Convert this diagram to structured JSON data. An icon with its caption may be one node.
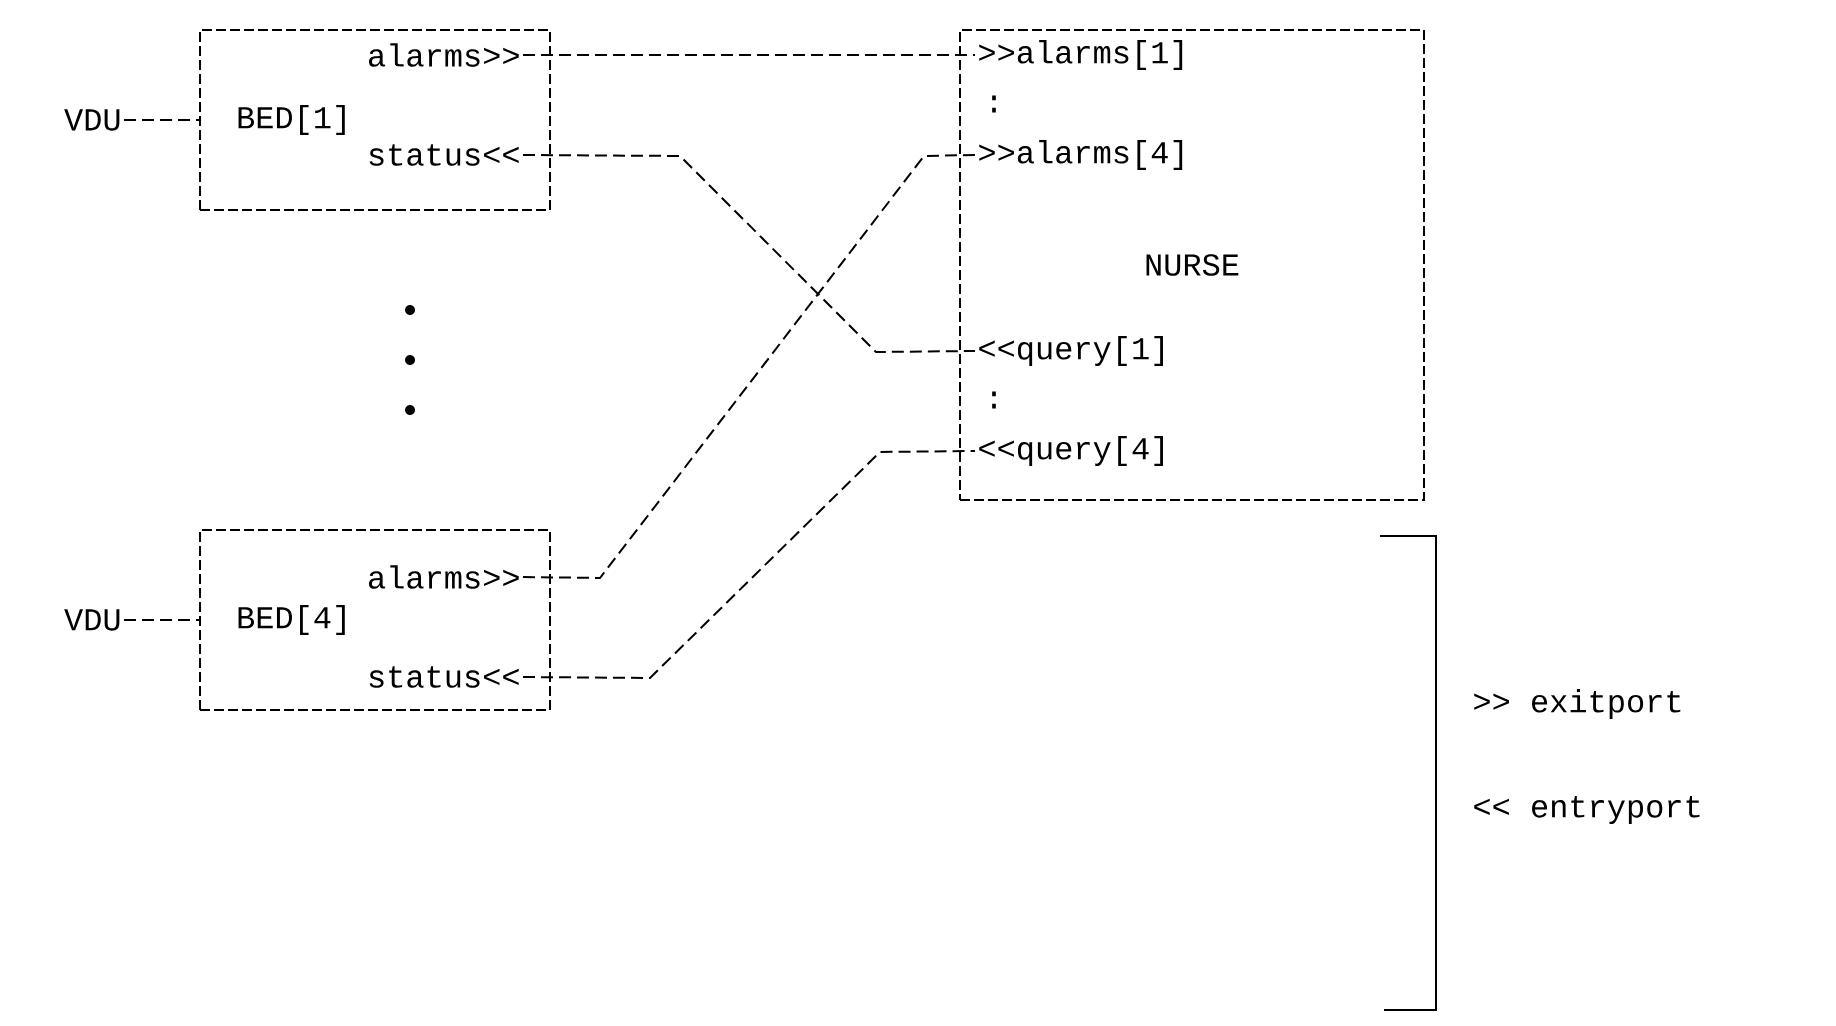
{
  "diagram": {
    "nodes": [
      {
        "text": [
          "BED[1]"
        ]
      },
      {
        "text": [
          "alarms>>"
        ],
        "in": 0
      },
      {
        "text": [
          "status<<"
        ],
        "in": 0
      },
      {
        "text": [
          "BED[4]"
        ]
      },
      {
        "text": [
          "alarms>>"
        ],
        "in": 3
      },
      {
        "text": [
          "status<<"
        ],
        "in": 3
      },
      {
        "text": [
          "NURSE"
        ]
      },
      {
        "text": [
          ">>alarms[1]"
        ],
        "in": 6
      },
      {
        "text": [
          ">>alarms[4]"
        ],
        "in": 6
      },
      {
        "text": [
          "<<query[1]"
        ],
        "in": 6
      },
      {
        "text": [
          "<<query[4]"
        ],
        "in": 6
      },
      {
        "text": [
          "VDU"
        ]
      },
      {
        "text": [
          "VDU"
        ]
      }
    ],
    "edges": [
      {
        "from": 1,
        "to": 7,
        "arrow": "none"
      },
      {
        "from": 2,
        "to": 9,
        "arrow": "none"
      },
      {
        "from": 4,
        "to": 8,
        "arrow": "none"
      },
      {
        "from": 5,
        "to": 10,
        "arrow": "none"
      },
      {
        "from": 11,
        "to": 0,
        "arrow": "none"
      },
      {
        "from": 12,
        "to": 3,
        "arrow": "none"
      }
    ],
    "labels": [
      ":",
      ":",
      ">> exitport",
      "<< entryport"
    ]
  }
}
